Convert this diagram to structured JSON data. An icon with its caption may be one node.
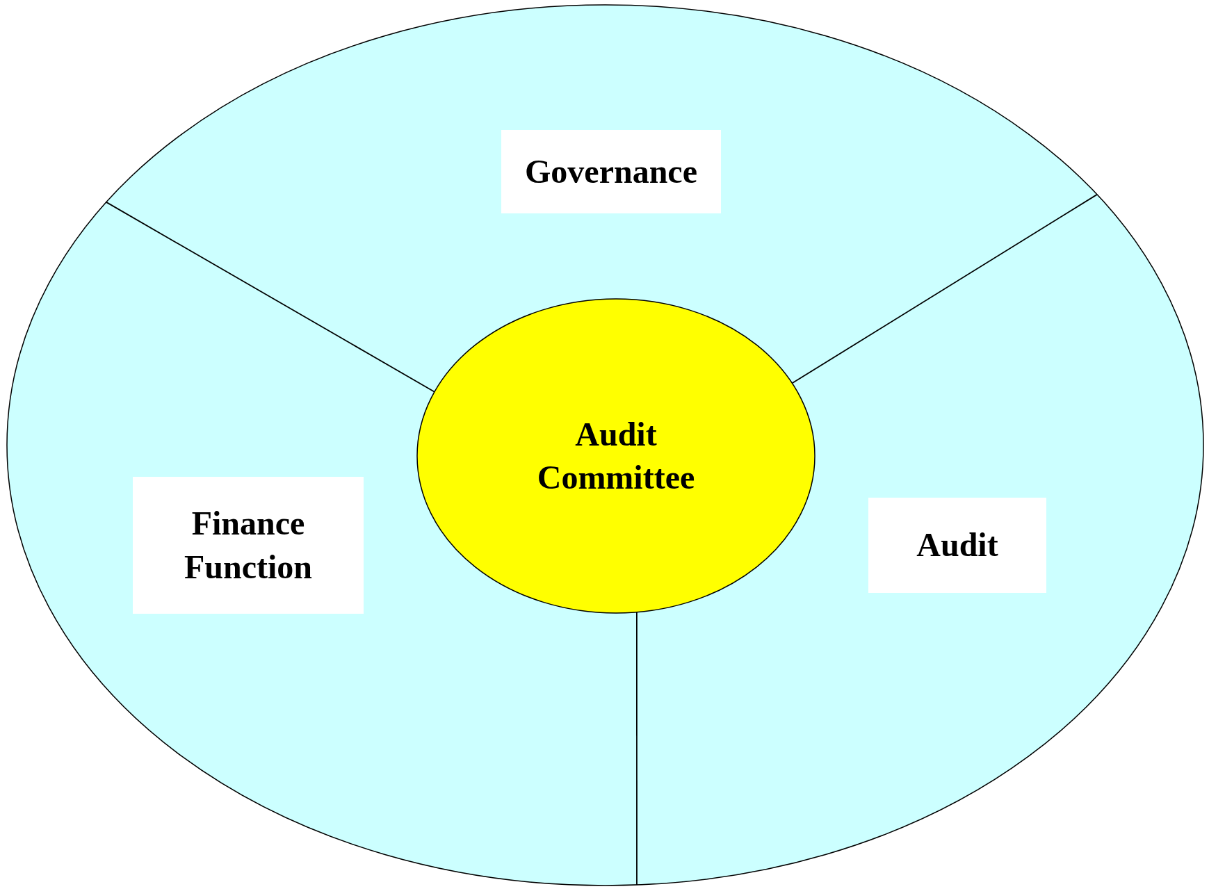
{
  "diagram": {
    "nodes": [
      {
        "text": [],
        "shape": "ellipse"
      },
      {
        "text": [
          "Governance"
        ],
        "in": 0
      },
      {
        "text": [
          "Finance Function"
        ],
        "in": 0
      },
      {
        "text": [
          "Audit"
        ],
        "in": 0
      },
      {
        "text": [
          "Audit Committee"
        ],
        "in": 0
      }
    ],
    "edges": [
      {
        "from": 4,
        "to": 0,
        "arrow": "none"
      },
      {
        "from": 4,
        "to": 0,
        "arrow": "none"
      },
      {
        "from": 4,
        "to": 0,
        "arrow": "none"
      }
    ]
  }
}
